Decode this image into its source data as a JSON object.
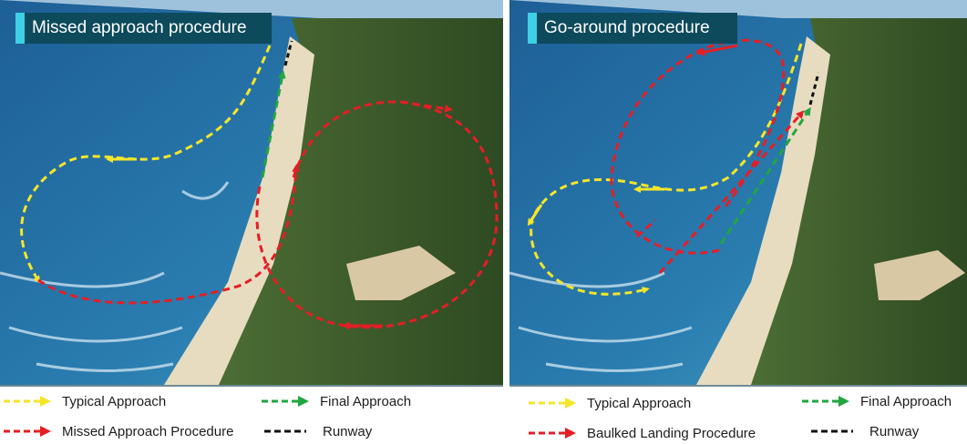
{
  "panels": [
    {
      "title": "Missed approach procedure",
      "legend": [
        {
          "label": "Typical Approach",
          "color": "#f5e62a",
          "style": "dashed-arrow"
        },
        {
          "label": "Final Approach",
          "color": "#22a63f",
          "style": "dashed-arrow"
        },
        {
          "label": "Missed Approach Procedure",
          "color": "#e41e26",
          "style": "dashed-arrow"
        },
        {
          "label": "Runway",
          "color": "#111111",
          "style": "dashed-line"
        }
      ]
    },
    {
      "title": "Go-around procedure",
      "legend": [
        {
          "label": "Typical Approach",
          "color": "#f5e62a",
          "style": "dashed-arrow"
        },
        {
          "label": "Final Approach",
          "color": "#22a63f",
          "style": "dashed-arrow"
        },
        {
          "label": "Baulked Landing Procedure",
          "color": "#e41e26",
          "style": "dashed-arrow"
        },
        {
          "label": "Runway",
          "color": "#111111",
          "style": "dashed-line"
        }
      ]
    }
  ],
  "colors": {
    "ocean": "#1f6ea3",
    "beach": "#e8dcc0",
    "forest": "#3c5a2c",
    "title_bg": "#0d4a5c",
    "title_accent": "#3fd0e6"
  }
}
